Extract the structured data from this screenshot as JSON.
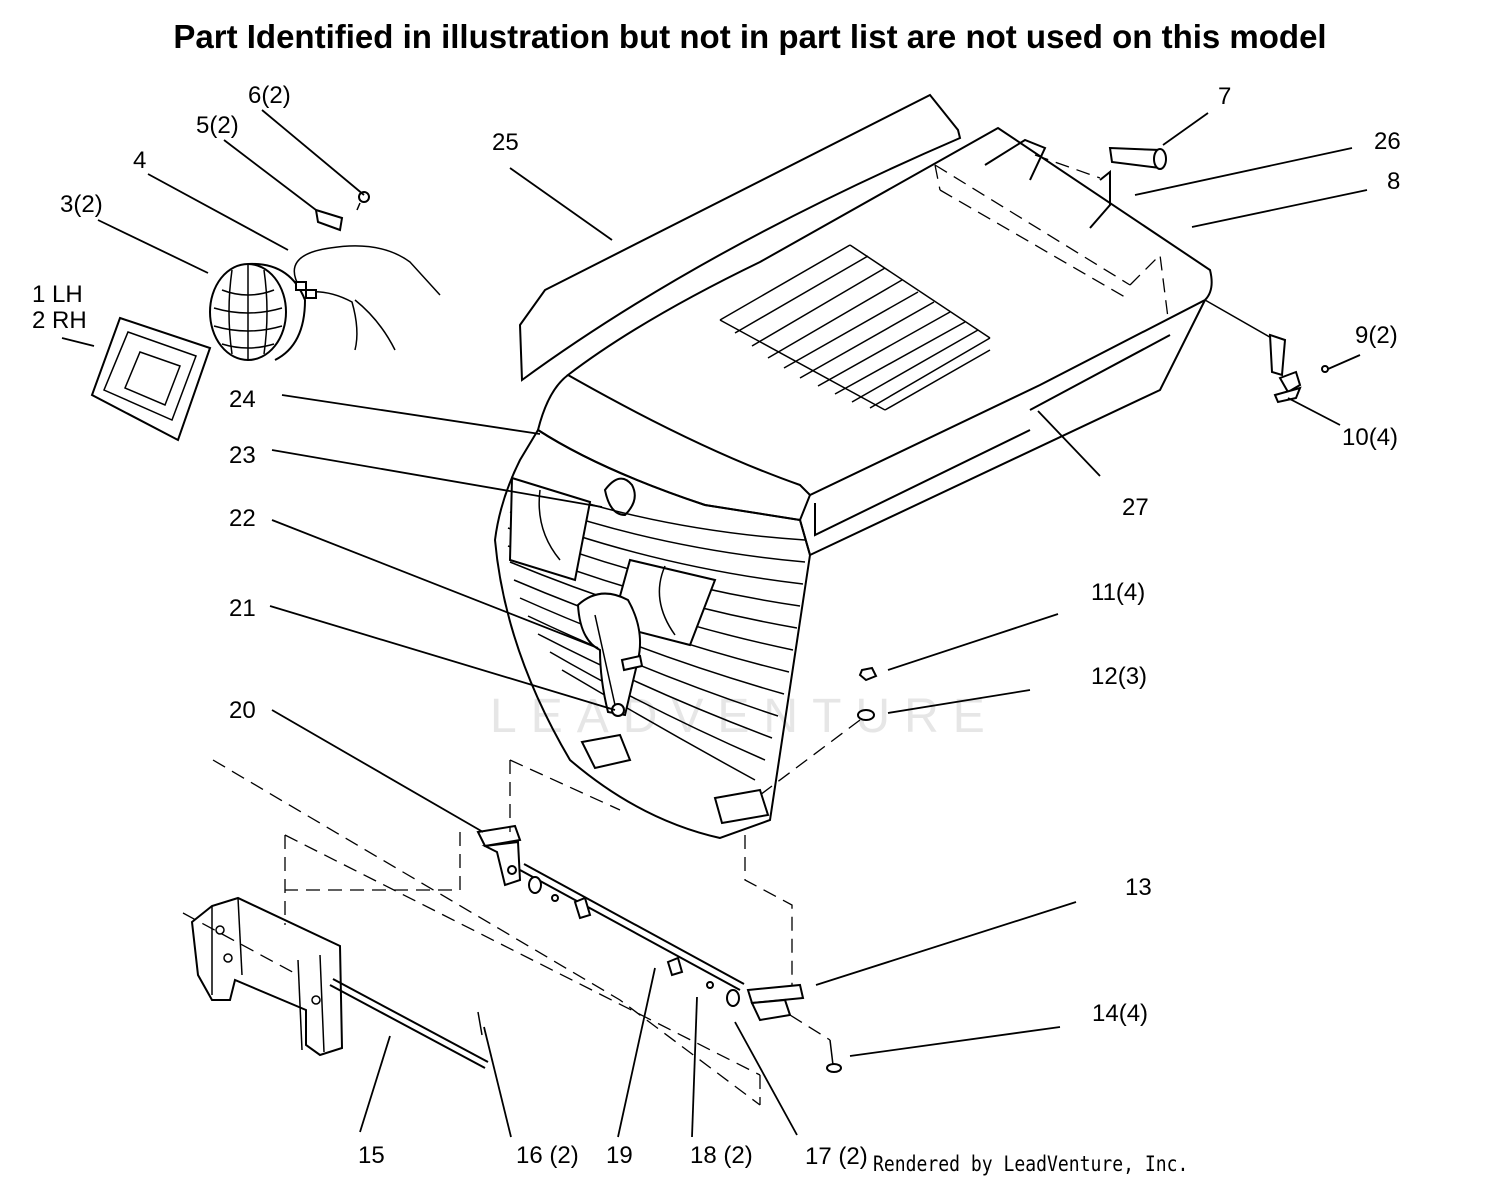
{
  "header": {
    "title": "Part Identified in illustration but not in part list are not used on this model"
  },
  "watermark": "LEADVENTURE",
  "footer": {
    "credit": "Rendered by LeadVenture, Inc."
  },
  "callouts": {
    "c1_lh": "1 LH",
    "c2_rh": "2 RH",
    "c3": "3(2)",
    "c4": "4",
    "c5": "5(2)",
    "c6": "6(2)",
    "c7": "7",
    "c8": "8",
    "c9": "9(2)",
    "c10": "10(4)",
    "c11": "11(4)",
    "c12": "12(3)",
    "c13": "13",
    "c14": "14(4)",
    "c15": "15",
    "c16": "16 (2)",
    "c17": "17 (2)",
    "c18": "18 (2)",
    "c19": "19",
    "c20": "20",
    "c21": "21",
    "c22": "22",
    "c23": "23",
    "c24": "24",
    "c25": "25",
    "c26": "26",
    "c27": "27"
  }
}
